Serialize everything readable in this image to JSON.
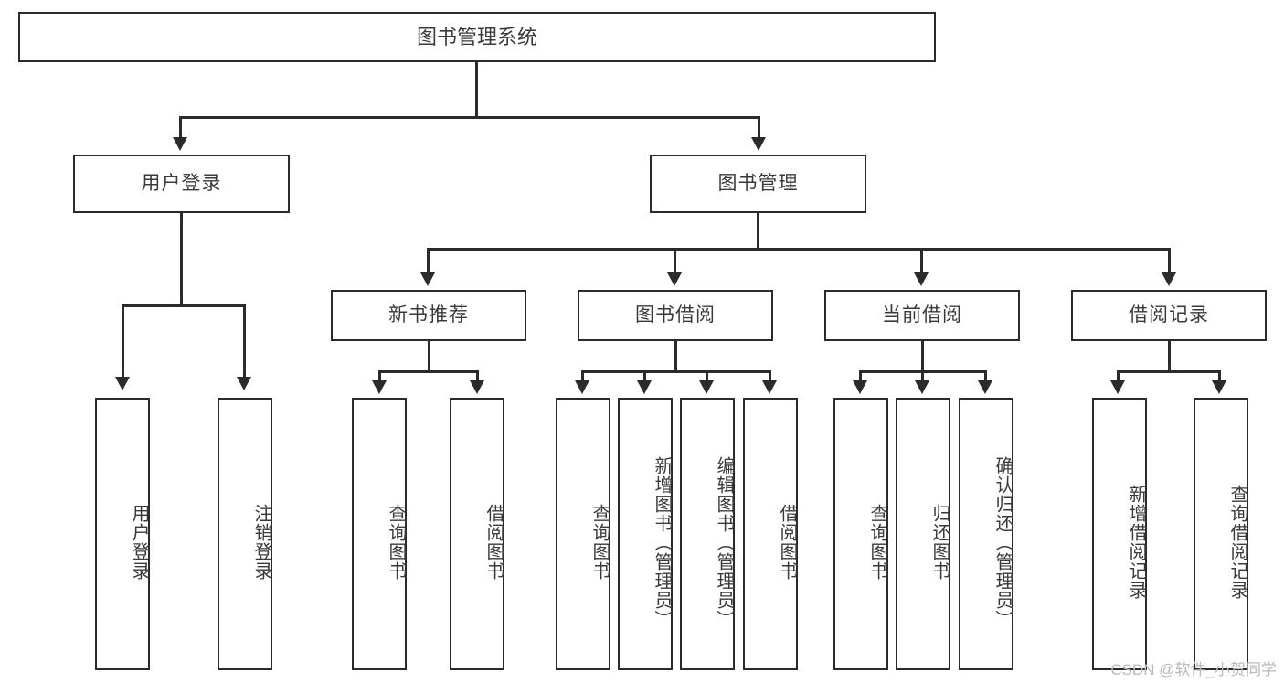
{
  "diagram": {
    "title": "图书管理系统",
    "type": "tree-hierarchy",
    "watermark": "CSDN @软件_小贺同学",
    "colors": {
      "box_border": "#2b2b2b",
      "box_fill": "#ffffff",
      "text": "#3a3a3a",
      "connector": "#2b2b2b",
      "watermark": "#b9b9b9"
    }
  },
  "root": {
    "label": "图书管理系统"
  },
  "level2": [
    {
      "label": "用户登录"
    },
    {
      "label": "图书管理"
    }
  ],
  "level3": [
    {
      "label": "新书推荐"
    },
    {
      "label": "图书借阅"
    },
    {
      "label": "当前借阅"
    },
    {
      "label": "借阅记录"
    }
  ],
  "leaves": {
    "user_login": [
      {
        "label": "用户登录"
      },
      {
        "label": "注销登录"
      }
    ],
    "new_book_recommend": [
      {
        "label": "查询图书"
      },
      {
        "label": "借阅图书"
      }
    ],
    "book_borrow": [
      {
        "label": "查询图书"
      },
      {
        "label": "新增图书（管理员）"
      },
      {
        "label": "编辑图书（管理员）"
      },
      {
        "label": "借阅图书"
      }
    ],
    "current_borrow": [
      {
        "label": "查询图书"
      },
      {
        "label": "归还图书"
      },
      {
        "label": "确认归还（管理员）"
      }
    ],
    "borrow_record": [
      {
        "label": "新增借阅记录"
      },
      {
        "label": "查询借阅记录"
      }
    ]
  }
}
